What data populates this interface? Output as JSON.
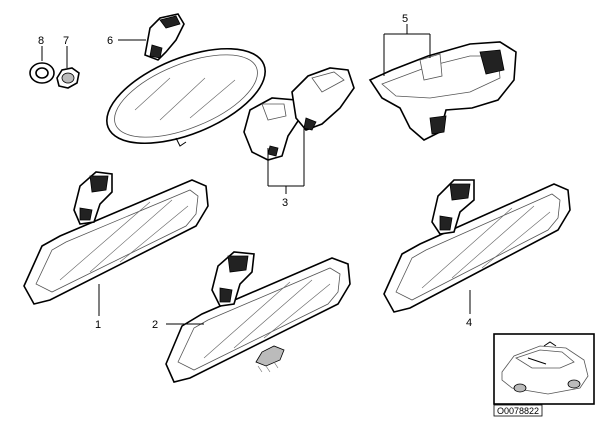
{
  "callouts": [
    {
      "id": "1",
      "label": "1"
    },
    {
      "id": "2",
      "label": "2"
    },
    {
      "id": "3",
      "label": "3"
    },
    {
      "id": "4",
      "label": "4"
    },
    {
      "id": "5",
      "label": "5"
    },
    {
      "id": "6",
      "label": "6"
    },
    {
      "id": "7",
      "label": "7"
    },
    {
      "id": "8",
      "label": "8"
    }
  ],
  "reference_code": "O0078822"
}
